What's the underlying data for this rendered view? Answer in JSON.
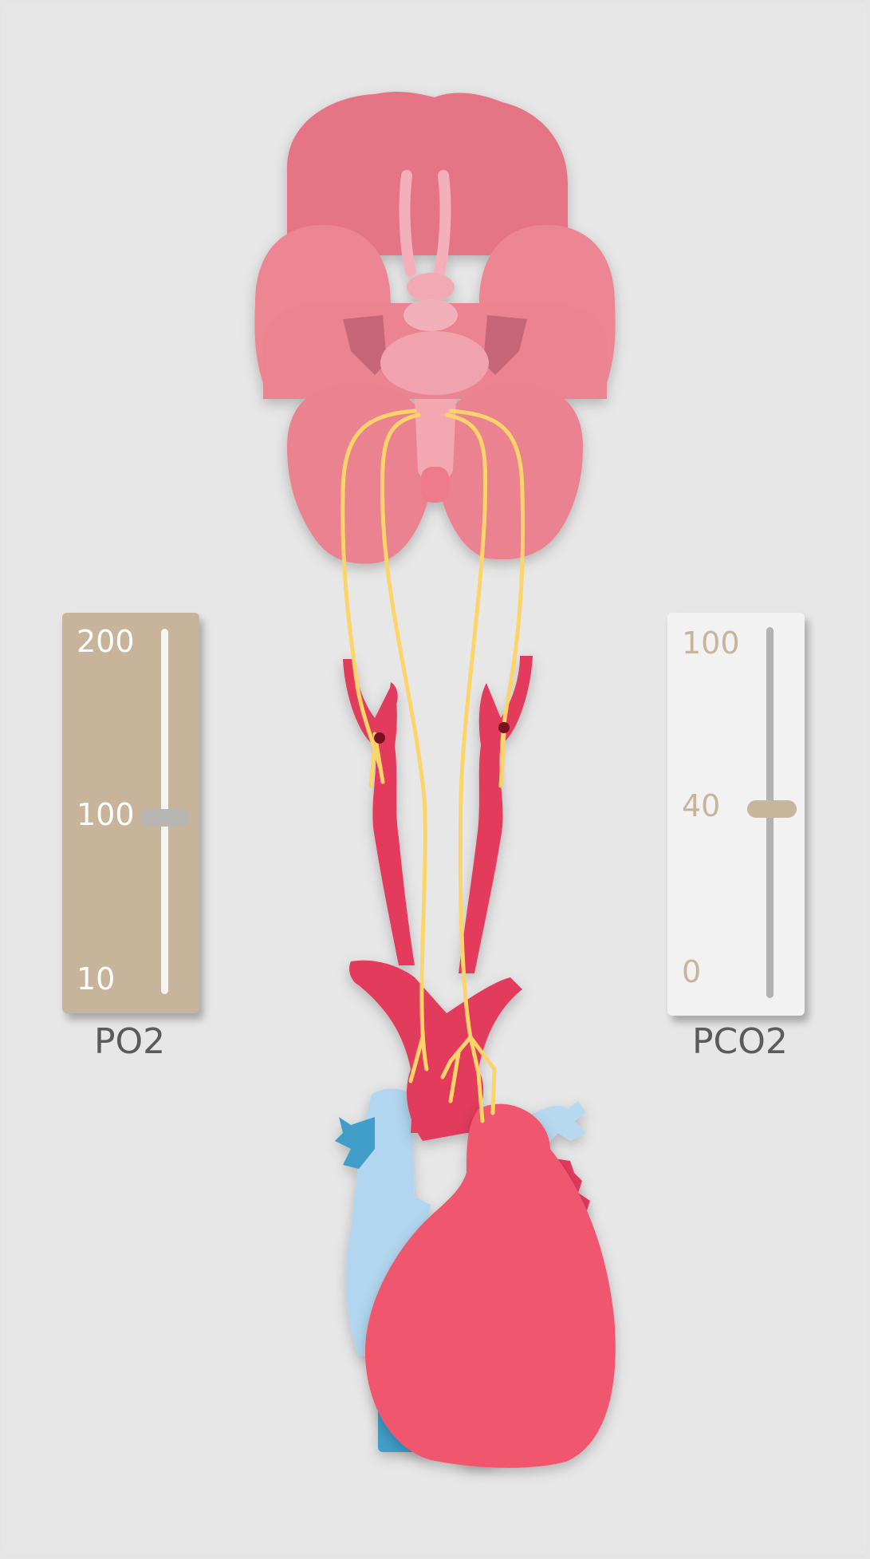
{
  "po2_gauge": {
    "title": "PO2",
    "tick_labels": [
      "200",
      "100",
      "10"
    ],
    "scale": [
      10,
      100,
      200
    ],
    "value": 100,
    "panel_color": "#c8b49b",
    "track_color": "#f7f3ee",
    "thumb_color": "#b8b6b3",
    "label_color": "#ffffff"
  },
  "pco2_gauge": {
    "title": "PCO2",
    "tick_labels": [
      "100",
      "40",
      "0"
    ],
    "scale": [
      0,
      40,
      100
    ],
    "value": 40,
    "panel_color": "#f2f2f2",
    "track_color": "#b2b2b2",
    "thumb_color": "#c7b59c",
    "label_color": "#c8b49b"
  },
  "colors": {
    "background": "#e6e6e7",
    "brain": "#e57b88",
    "artery": "#e23a5c",
    "heart": "#f0566e",
    "vein_light": "#b2d6ef",
    "vein_dark": "#3f9ec9",
    "nerve": "#fcd46a"
  },
  "illustration": {
    "icons": [
      "brain-icon",
      "carotid-artery-icon",
      "nerve-icon",
      "heart-icon",
      "vena-cava-icon"
    ]
  }
}
